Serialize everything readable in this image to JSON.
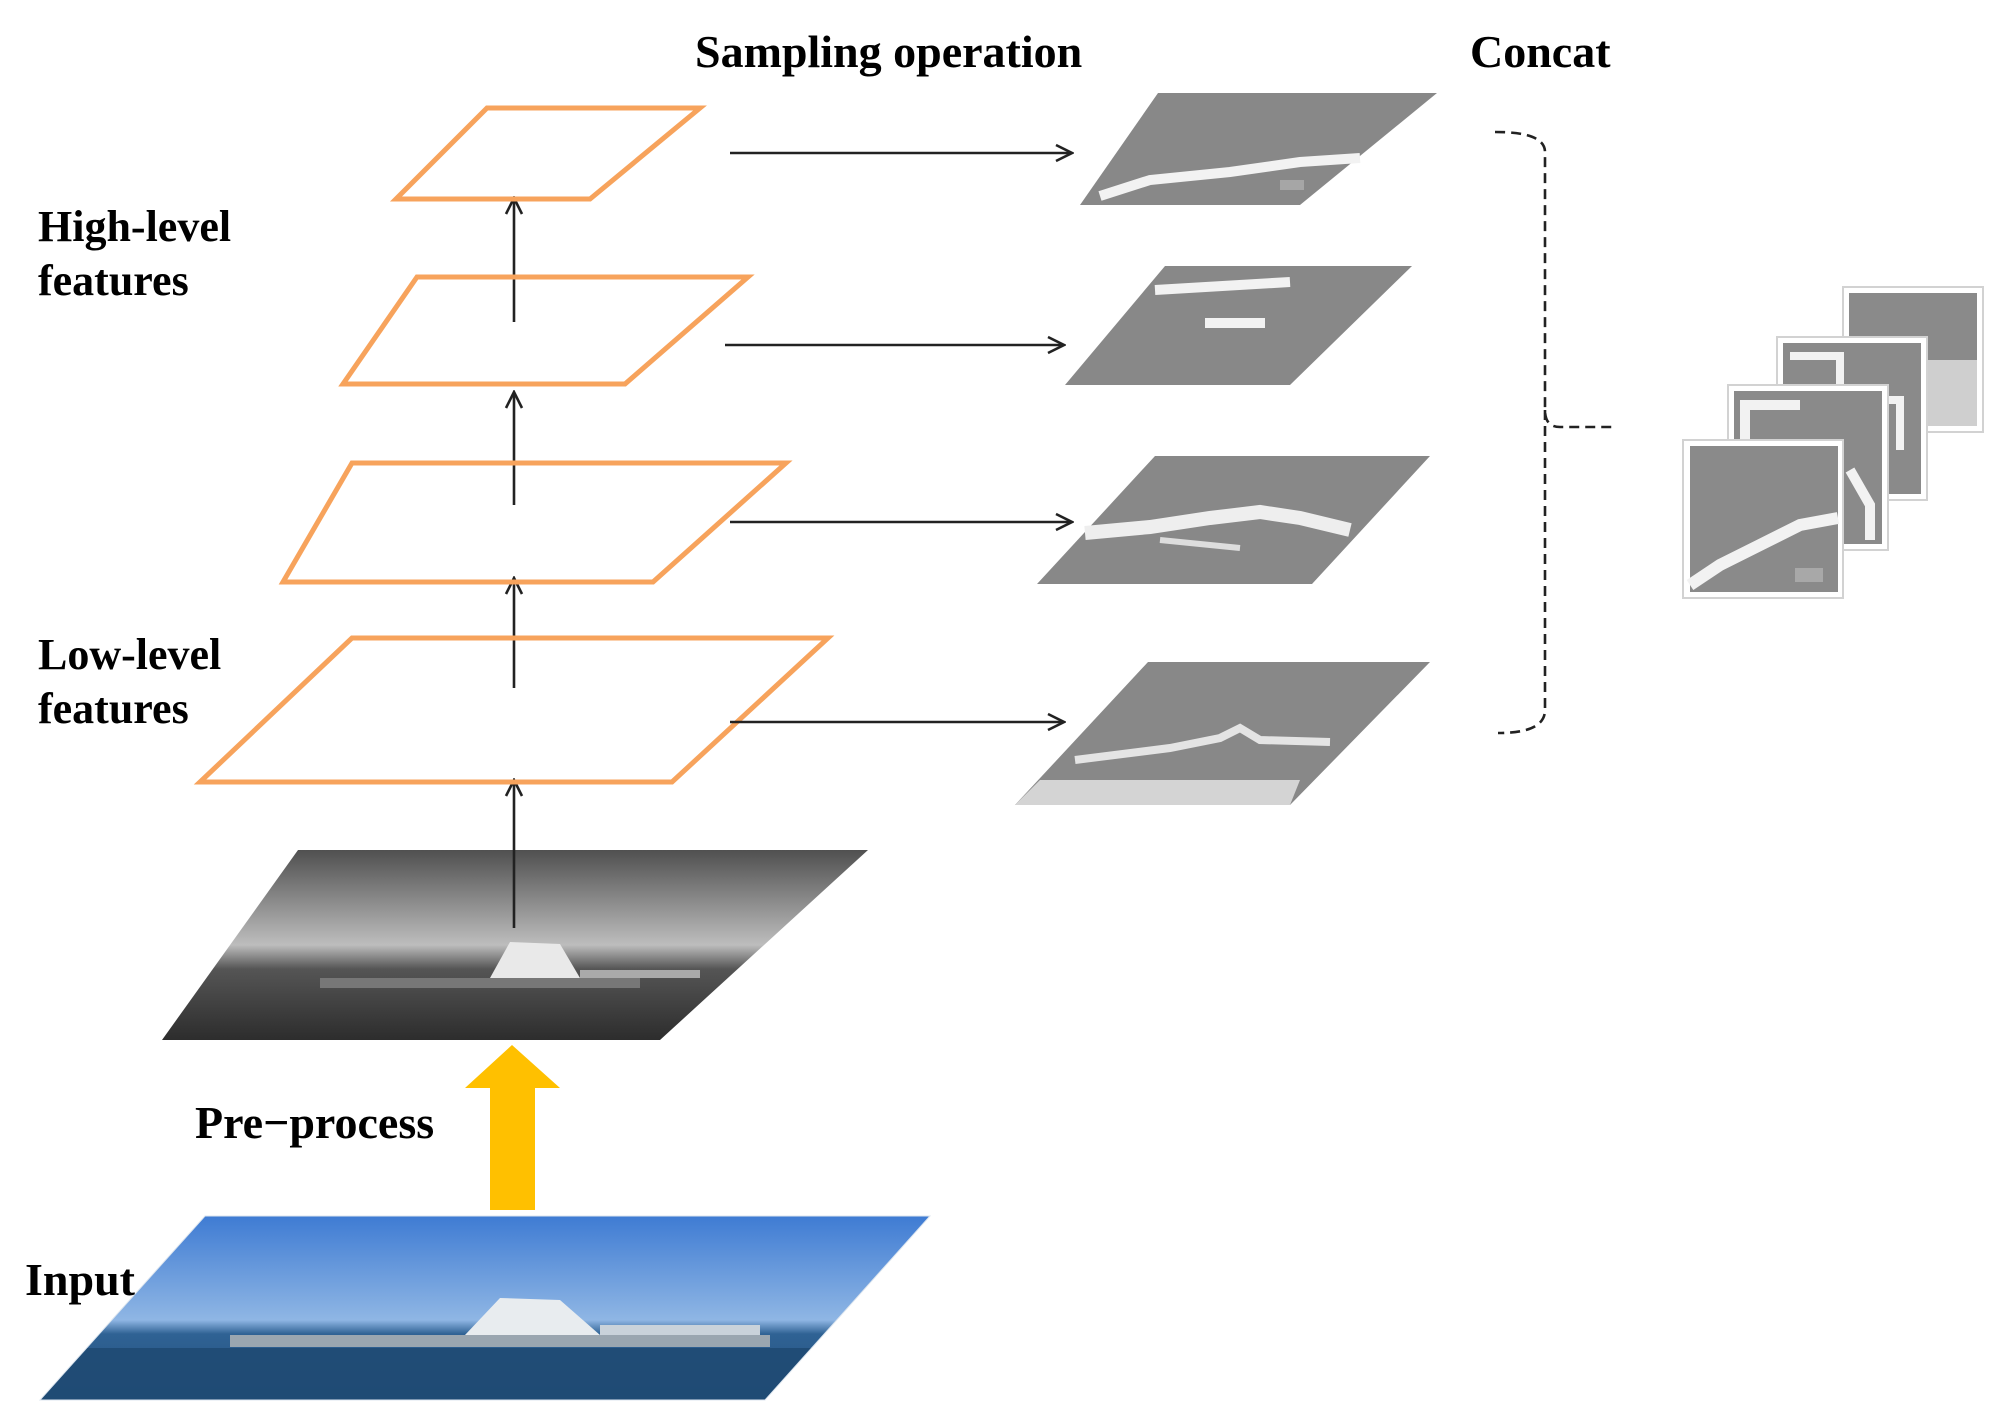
{
  "labels": {
    "sampling": "Sampling operation",
    "concat": "Concat",
    "high_level_line1": "High-level",
    "high_level_line2": "features",
    "low_level_line1": "Low-level",
    "low_level_line2": "features",
    "preprocess": "Pre−process",
    "input": "Input"
  },
  "colors": {
    "feature_frame": "#f7a35c",
    "preprocess_arrow": "#ffc000",
    "arrow": "#222222",
    "sky": "#3f7fd0",
    "water": "#2c5f8e",
    "feature_map_gray": "#888888"
  },
  "feature_levels": 4,
  "sampled_maps": 4,
  "concat_stack": 4
}
